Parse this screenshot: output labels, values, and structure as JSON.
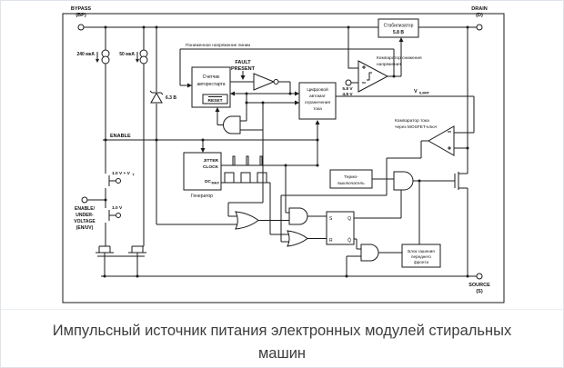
{
  "caption": {
    "text": "Импульсный источник питания электронных модулей стиральных машин"
  },
  "colors": {
    "ink": "#1a1a1a",
    "page_border": "#dde3e8",
    "caption_text": "#3d3d3d"
  },
  "schematic": {
    "terminals": {
      "bypass": [
        "BYPASS",
        "(BP)"
      ],
      "drain": [
        "DRAIN",
        "(D)"
      ],
      "source": [
        "SOURCE",
        "(S)"
      ],
      "en_uv": [
        "ENABLE/",
        "UNDER-",
        "VOLTAGE",
        "(EN/UV)"
      ],
      "vref": [
        "5.8 V",
        "4.8 V"
      ]
    },
    "labels": {
      "cs1": "240 мкА",
      "cs2": "50 мкА",
      "zener": "6.3 В",
      "line_undervoltage": "Пониженное напряжение линии",
      "fault": [
        "FAULT",
        "PRESENT"
      ],
      "enable": "ENABLE",
      "uv_comparator": [
        "Компаратор снижения",
        "напряжения"
      ],
      "i_comparator": [
        "Компаратор тока",
        "через MOSFET-ключ"
      ],
      "v_limit": {
        "main": "V",
        "sub": "ILIMIT"
      },
      "vt": {
        "main": "1.0 V + V",
        "sub": "T"
      },
      "v1": "1.0 V",
      "generator": "Генератор"
    },
    "blocks": {
      "regulator": [
        "Стабилизатор",
        "5.8 В"
      ],
      "counter": [
        "Счетчик",
        "авторестарта"
      ],
      "reset": "RESET",
      "automat": [
        "Цифровой",
        "автомат",
        "ограничения",
        "тока"
      ],
      "oscillator": {
        "jitter": "JITTER",
        "clock": "CLOCK",
        "dc": "DC",
        "dc_sub": "MAX"
      },
      "thermal": [
        "Термо-",
        "выключатель"
      ],
      "leb": [
        "Блок гашения",
        "переднего",
        "фронта"
      ],
      "latch": {
        "s": "S",
        "r": "R",
        "q": "Q",
        "qn": "Q̄"
      }
    }
  }
}
